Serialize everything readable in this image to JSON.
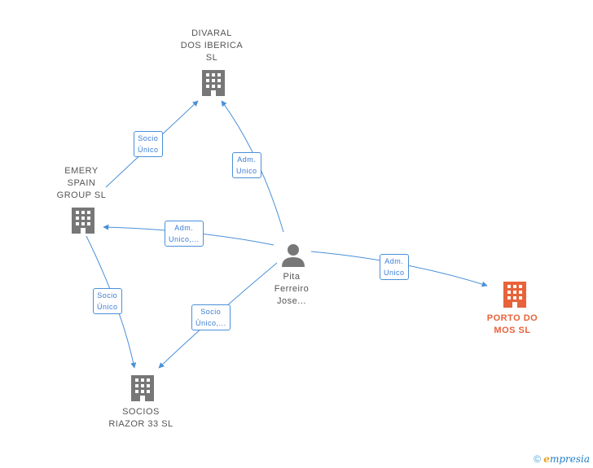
{
  "nodes": {
    "divaral": {
      "lines": [
        "DIVARAL",
        "DOS IBERICA",
        "SL"
      ],
      "kind": "company"
    },
    "emery": {
      "lines": [
        "EMERY",
        "SPAIN",
        "GROUP  SL"
      ],
      "kind": "company"
    },
    "socios": {
      "lines": [
        "SOCIOS",
        "RIAZOR 33  SL"
      ],
      "kind": "company"
    },
    "porto": {
      "lines": [
        "PORTO DO",
        "MOS  SL"
      ],
      "kind": "company-target"
    },
    "pita": {
      "lines": [
        "Pita",
        "Ferreiro",
        "Jose..."
      ],
      "kind": "person"
    }
  },
  "edges": {
    "emery_divaral": [
      "Socio",
      "Único"
    ],
    "pita_divaral": [
      "Adm.",
      "Unico"
    ],
    "pita_emery": [
      "Adm.",
      "Unico,..."
    ],
    "pita_porto": [
      "Adm.",
      "Unico"
    ],
    "emery_socios": [
      "Socio",
      "Único"
    ],
    "pita_socios": [
      "Socio",
      "Único,..."
    ]
  },
  "footer": {
    "copyright": "©",
    "brand_e": "e",
    "brand_rest": "mpresia"
  },
  "colors": {
    "edge": "#4a90d9",
    "company_icon": "#777777",
    "target_icon": "#e8623a",
    "person_icon": "#777777"
  }
}
